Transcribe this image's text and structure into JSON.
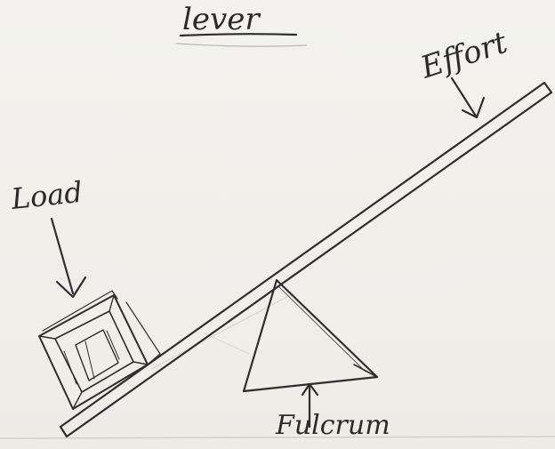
{
  "title": "lever",
  "labels": {
    "effort": "Effort",
    "load": "Load",
    "fulcrum": "Fulcrum"
  },
  "colors": {
    "paper": "#f1f0ec",
    "ink": "#2e2e2e"
  }
}
